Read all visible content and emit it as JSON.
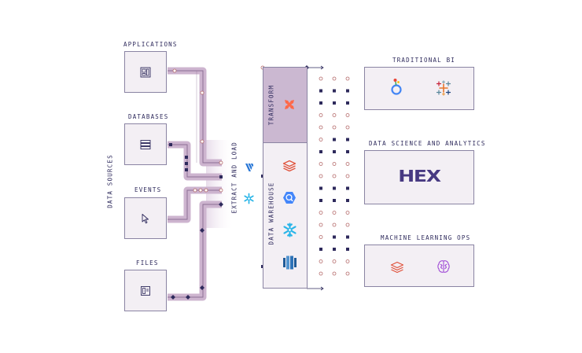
{
  "sources": {
    "title": "DATA SOURCES",
    "items": [
      {
        "label": "APPLICATIONS",
        "icon": "applications-icon"
      },
      {
        "label": "DATABASES",
        "icon": "database-icon"
      },
      {
        "label": "EVENTS",
        "icon": "cursor-icon"
      },
      {
        "label": "FILES",
        "icon": "file-icon"
      }
    ]
  },
  "extract": {
    "label": "EXTRACT AND LOAD",
    "icons": [
      "fivetran-icon",
      "snowflake-connector-icon"
    ]
  },
  "warehouse": {
    "transform_label": "TRANSFORM",
    "warehouse_label": "DATA WAREHOUSE",
    "transform_icon": "dbt-icon",
    "icons": [
      "databricks-icon",
      "bigquery-icon",
      "snowflake-icon",
      "redshift-icon"
    ]
  },
  "targets": [
    {
      "label": "TRADITIONAL BI",
      "icons": [
        "looker-icon",
        "tableau-icon"
      ]
    },
    {
      "label": "DATA SCIENCE AND ANALYTICS",
      "logo_text": "HEX"
    },
    {
      "label": "MACHINE LEARNING OPS",
      "icons": [
        "databricks-icon",
        "ml-brain-icon"
      ]
    }
  ],
  "colors": {
    "ink": "#2e2a5c",
    "pipe": "#c9b2cc",
    "transform_fill": "#cbb8d1",
    "warehouse_fill": "#f3eff4",
    "accent_orange": "#ff694a",
    "accent_blue": "#2977d6"
  }
}
